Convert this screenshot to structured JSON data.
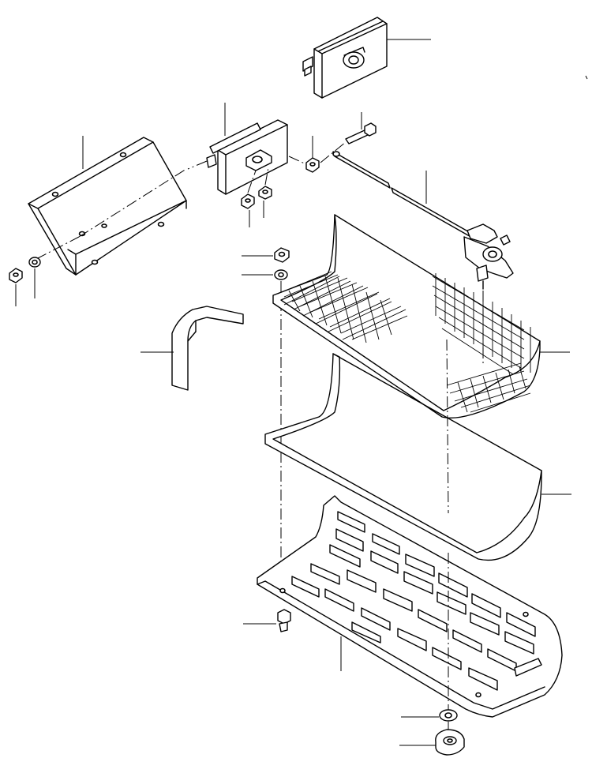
{
  "diagram": {
    "type": "exploded parts diagram",
    "parts": [
      "small-cover-plate",
      "cover-plate-with-latch",
      "bracket-panel",
      "nut-left",
      "washer-left",
      "nut-right",
      "bolt",
      "nut-stud-small",
      "rod",
      "latch-assembly",
      "nut-center",
      "washer-center",
      "rubber-seal-block",
      "inner-mesh-screen",
      "outer-tray-panel",
      "perforated-floor-grille",
      "bolt-bottom",
      "washer-bottom",
      "grommet-bottom"
    ],
    "callout_line_count": 17
  }
}
